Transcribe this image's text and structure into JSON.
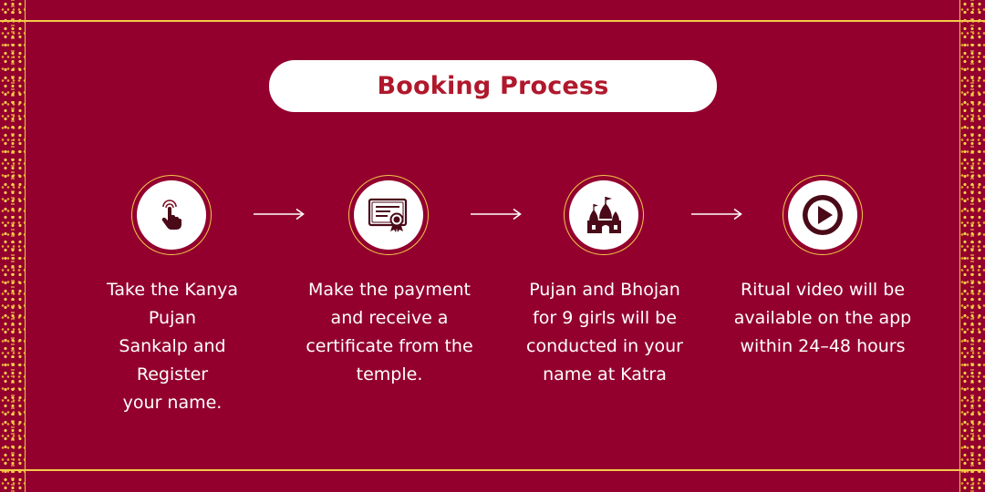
{
  "title": "Booking Process",
  "colors": {
    "background": "#93002e",
    "accent_gold": "#f3c94a",
    "title_text": "#b0182c",
    "card": "#ffffff"
  },
  "steps": [
    {
      "icon": "tap-hand-icon",
      "lines": [
        "Take the Kanya Pujan",
        "Sankalp and Register",
        "your name."
      ]
    },
    {
      "icon": "certificate-icon",
      "lines": [
        "Make the payment",
        "and receive a",
        "certificate from the",
        "temple."
      ]
    },
    {
      "icon": "temple-icon",
      "lines": [
        "Pujan and Bhojan",
        "for 9 girls will be",
        "conducted in your",
        "name at Katra"
      ]
    },
    {
      "icon": "play-button-icon",
      "lines": [
        "Ritual video will be",
        "available on the app",
        "within 24–48 hours"
      ]
    }
  ]
}
